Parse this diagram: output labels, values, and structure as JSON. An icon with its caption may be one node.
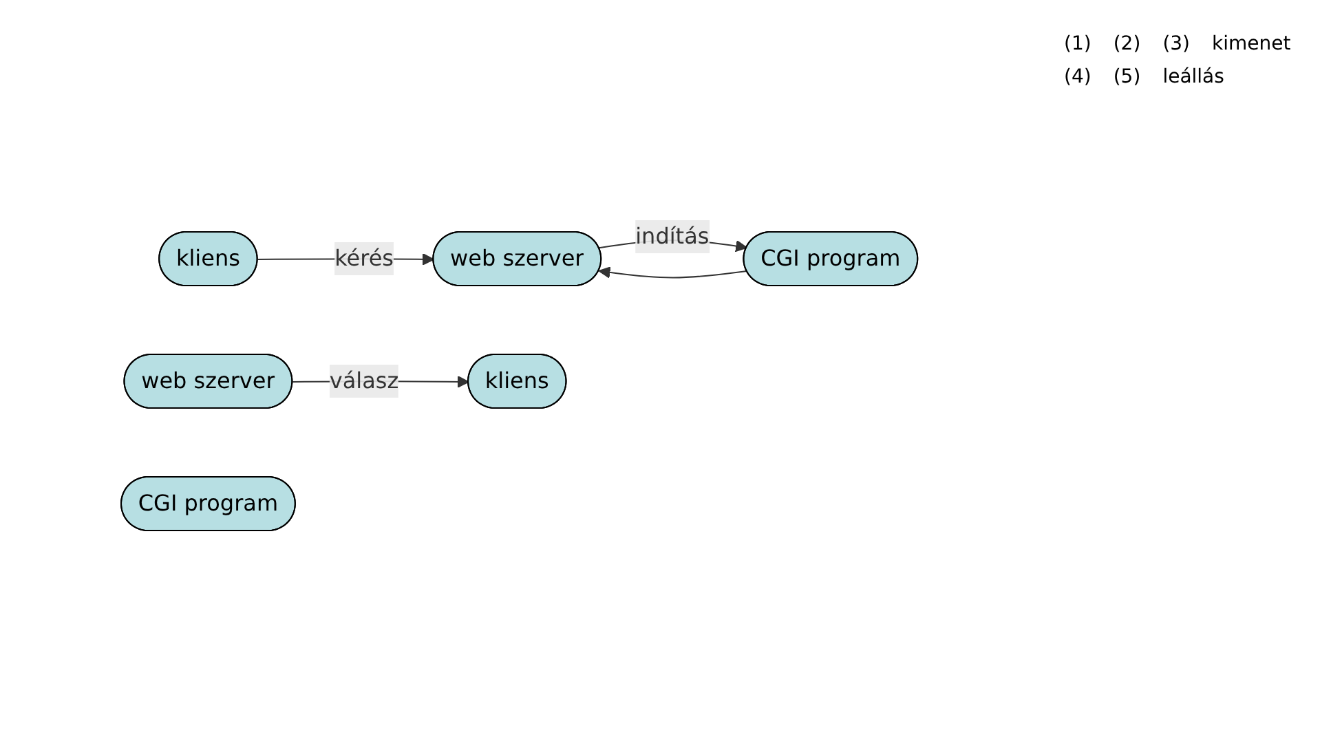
{
  "diagram": {
    "nodes": [
      {
        "text": [
          "kliens"
        ]
      },
      {
        "text": [
          "web szerver"
        ]
      },
      {
        "text": [
          "CGI program"
        ]
      },
      {
        "text": [
          "kliens"
        ]
      },
      {
        "text": [
          "web szerver"
        ]
      },
      {
        "text": [
          "CGI program"
        ]
      }
    ],
    "edges": [
      {
        "from": 0,
        "to": 1,
        "arrow": "to",
        "label": "kérés"
      },
      {
        "from": 1,
        "to": 2,
        "arrow": "to",
        "label": "indítás"
      },
      {
        "from": 2,
        "to": 1,
        "arrow": "to"
      },
      {
        "from": 4,
        "to": 3,
        "arrow": "to",
        "label": "válasz"
      }
    ],
    "labels": [
      "(1)",
      "(2)",
      "(3)",
      "kimenet",
      "(4)",
      "(5)",
      "leállás"
    ]
  }
}
